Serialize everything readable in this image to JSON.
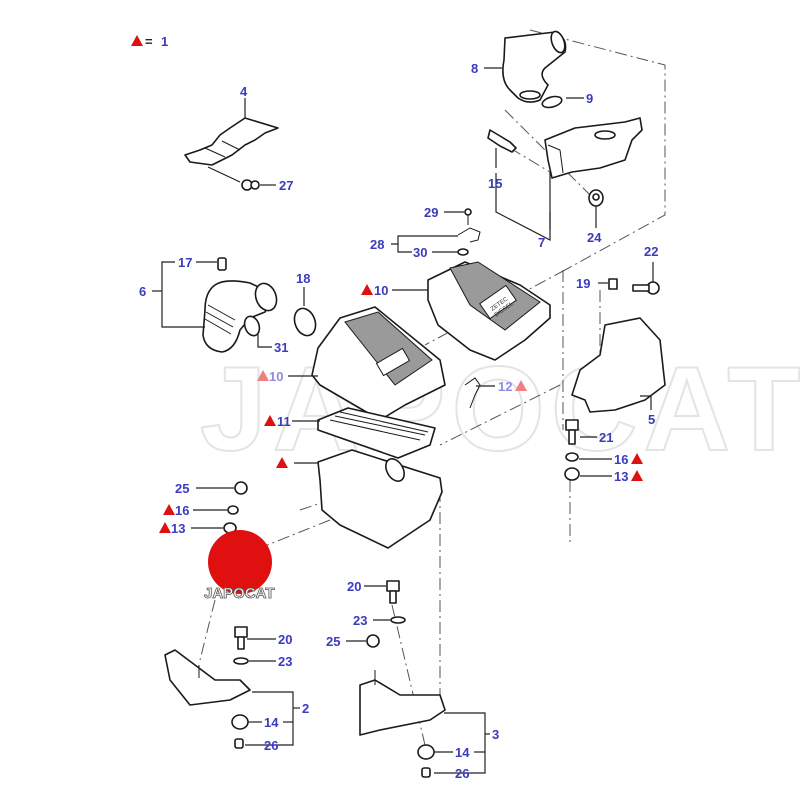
{
  "legend": {
    "symbol": "red-triangle",
    "equals": "=",
    "value": "1"
  },
  "watermark": "JAPOCAT",
  "logo": {
    "text": "JAPOCAT",
    "color": "#e01010"
  },
  "colors": {
    "label": "#3b3bbf",
    "triangle": "#dd1111",
    "line": "#1a1a1a"
  },
  "cover_badge": {
    "line1": "ZETEC",
    "line2": "DIESEL"
  },
  "callouts": [
    {
      "id": "c1",
      "label": "4",
      "triangle": false
    },
    {
      "id": "c2",
      "label": "27",
      "triangle": false
    },
    {
      "id": "c3",
      "label": "8",
      "triangle": false
    },
    {
      "id": "c4",
      "label": "9",
      "triangle": false
    },
    {
      "id": "c5",
      "label": "15",
      "triangle": false
    },
    {
      "id": "c6",
      "label": "7",
      "triangle": false
    },
    {
      "id": "c7",
      "label": "24",
      "triangle": false
    },
    {
      "id": "c8",
      "label": "22",
      "triangle": false
    },
    {
      "id": "c9",
      "label": "29",
      "triangle": false
    },
    {
      "id": "c10",
      "label": "28",
      "triangle": false
    },
    {
      "id": "c11",
      "label": "30",
      "triangle": false
    },
    {
      "id": "c12",
      "label": "10",
      "triangle": true
    },
    {
      "id": "c13",
      "label": "17",
      "triangle": false
    },
    {
      "id": "c14",
      "label": "6",
      "triangle": false
    },
    {
      "id": "c15",
      "label": "18",
      "triangle": false
    },
    {
      "id": "c16",
      "label": "31",
      "triangle": false
    },
    {
      "id": "c17",
      "label": "19",
      "triangle": false
    },
    {
      "id": "c18",
      "label": "10",
      "triangle": true
    },
    {
      "id": "c19",
      "label": "12",
      "triangle": true
    },
    {
      "id": "c20",
      "label": "5",
      "triangle": false
    },
    {
      "id": "c21",
      "label": "11",
      "triangle": true
    },
    {
      "id": "c22",
      "label": "21",
      "triangle": false
    },
    {
      "id": "c23",
      "label": "",
      "triangle": true
    },
    {
      "id": "c24",
      "label": "16",
      "triangle": true
    },
    {
      "id": "c25",
      "label": "13",
      "triangle": true
    },
    {
      "id": "c26",
      "label": "25",
      "triangle": false
    },
    {
      "id": "c27",
      "label": "16",
      "triangle": true
    },
    {
      "id": "c28",
      "label": "13",
      "triangle": true
    },
    {
      "id": "c29",
      "label": "20",
      "triangle": false
    },
    {
      "id": "c30",
      "label": "23",
      "triangle": false
    },
    {
      "id": "c31",
      "label": "25",
      "triangle": false
    },
    {
      "id": "c32",
      "label": "20",
      "triangle": false
    },
    {
      "id": "c33",
      "label": "23",
      "triangle": false
    },
    {
      "id": "c34",
      "label": "2",
      "triangle": false
    },
    {
      "id": "c35",
      "label": "14",
      "triangle": false
    },
    {
      "id": "c36",
      "label": "26",
      "triangle": false
    },
    {
      "id": "c37",
      "label": "3",
      "triangle": false
    },
    {
      "id": "c38",
      "label": "14",
      "triangle": false
    },
    {
      "id": "c39",
      "label": "26",
      "triangle": false
    }
  ]
}
